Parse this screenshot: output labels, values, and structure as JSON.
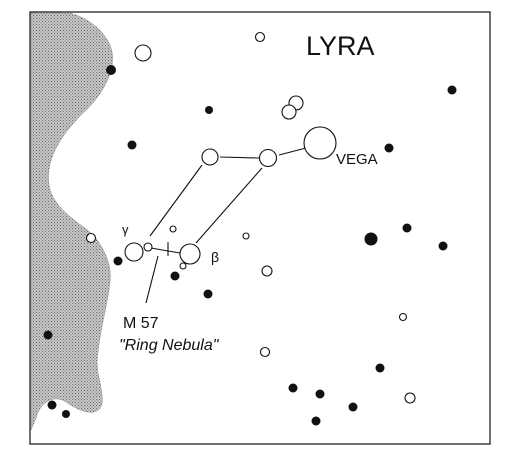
{
  "title": "LYRA",
  "labels": {
    "vega": "VEGA",
    "gamma": "γ",
    "beta": "β",
    "m57_line1": "M 57",
    "m57_line2": "\"Ring Nebula\""
  },
  "colors": {
    "ink": "#111111",
    "milky_way": "#b8b8b8",
    "background": "#ffffff"
  }
}
